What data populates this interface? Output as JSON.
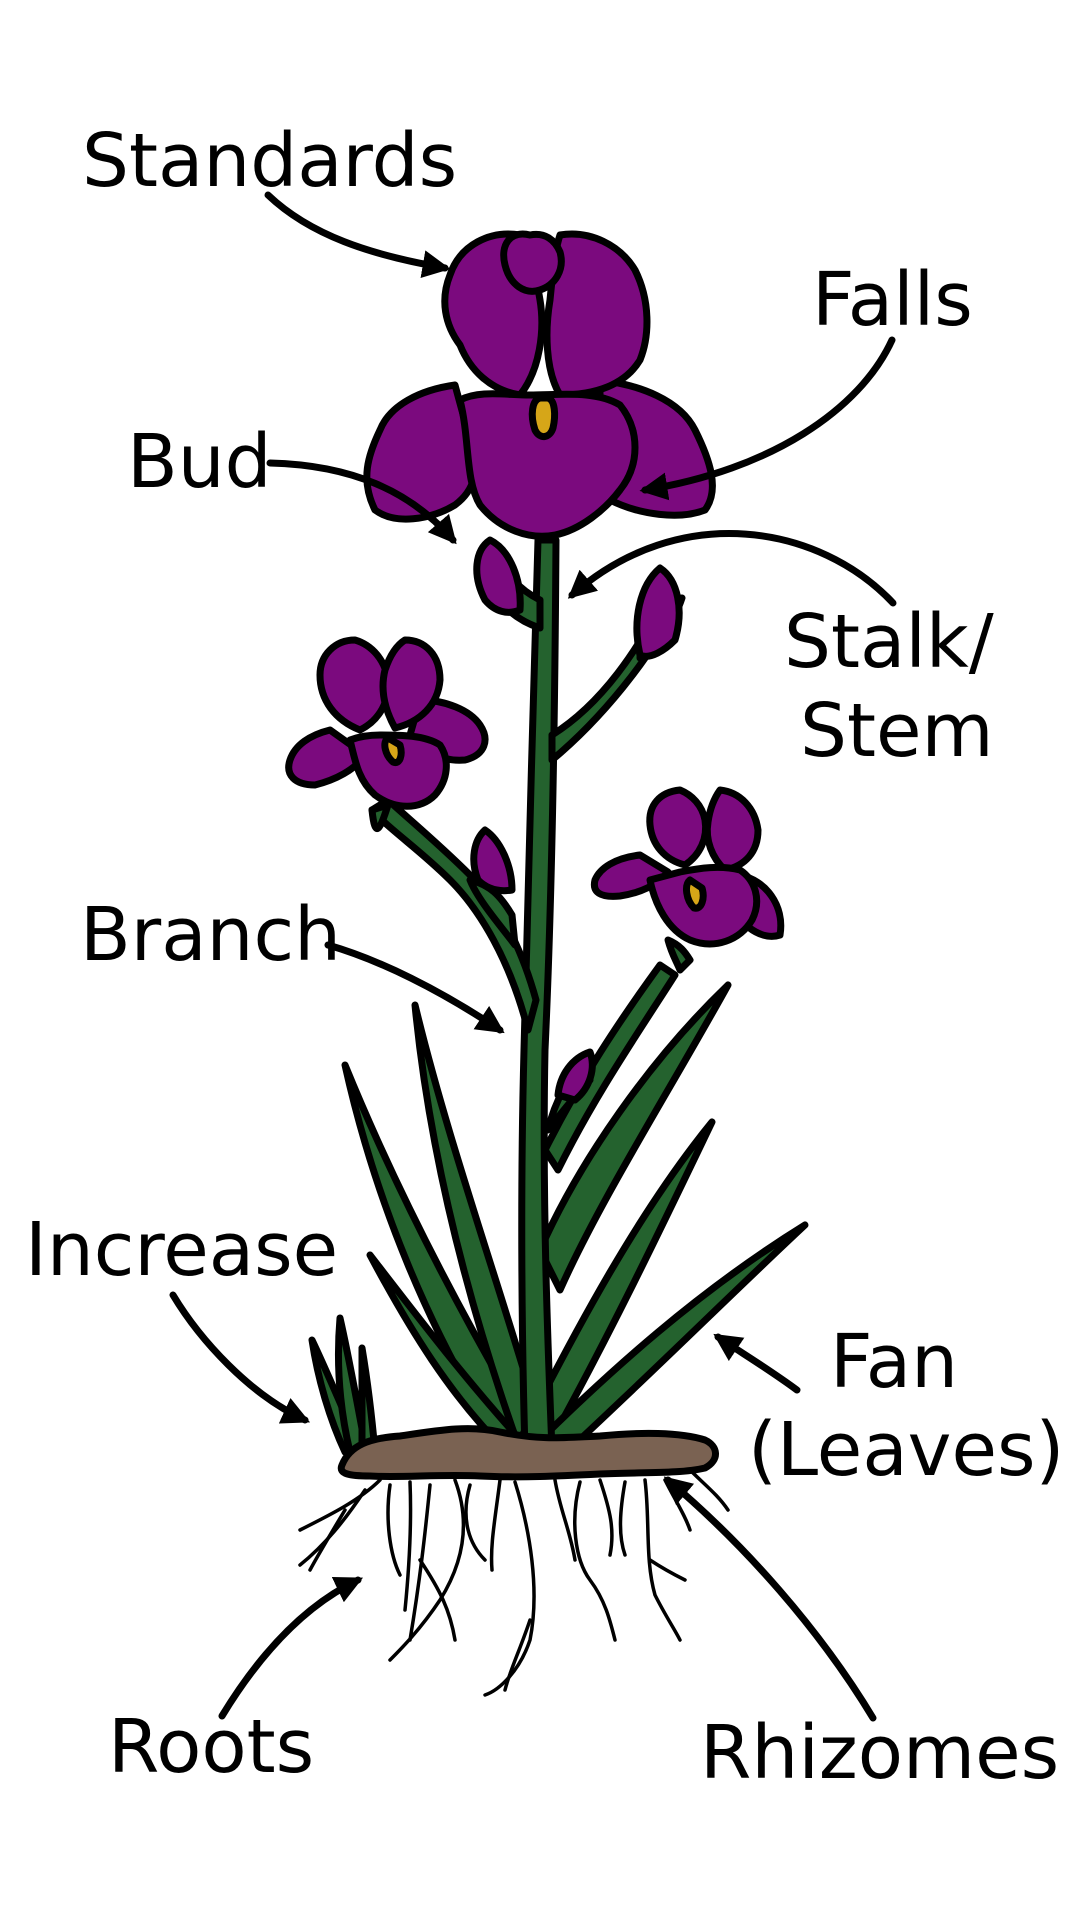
{
  "labels": {
    "standards": "Standards",
    "falls": "Falls",
    "bud": "Bud",
    "stalk_line1": "Stalk/",
    "stalk_line2": "Stem",
    "branch": "Branch",
    "increase": "Increase",
    "fan_line1": "Fan",
    "fan_line2": "(Leaves)",
    "roots": "Roots",
    "rhizomes": "Rhizomes"
  },
  "colors": {
    "petal": "#7b0a7e",
    "leaf": "#24622e",
    "beard": "#d6a618",
    "soil": "#7a6252",
    "outline": "#000000",
    "background": "#ffffff"
  }
}
